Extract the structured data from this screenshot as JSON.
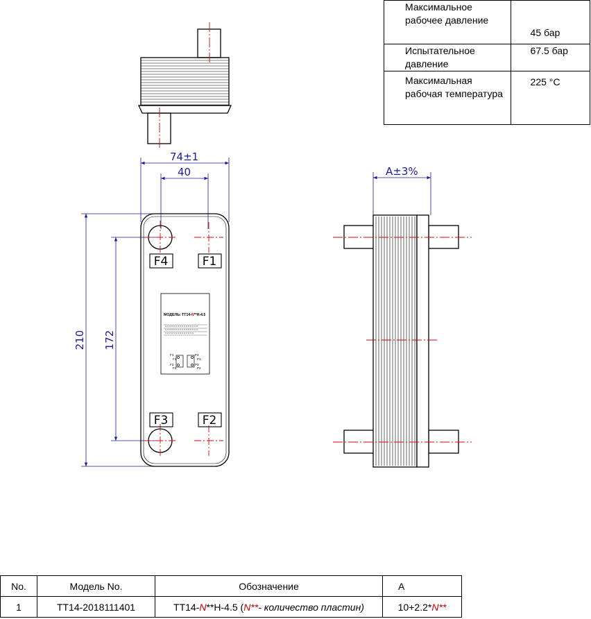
{
  "spec_table": {
    "rows": [
      {
        "label": "Максимальное рабочее давление",
        "value": "45 бар"
      },
      {
        "label": "Испытательное давление",
        "value": "67.5 бар"
      },
      {
        "label": "Максимальная рабочая температура",
        "value": "225 °C"
      }
    ]
  },
  "dimensions": {
    "width": "74±1",
    "port_spacing_h": "40",
    "height": "210",
    "port_spacing_v": "172",
    "pack_thickness": "A±3%"
  },
  "ports": {
    "f1": "F1",
    "f2": "F2",
    "f3": "F3",
    "f4": "F4"
  },
  "nameplate": {
    "model_prefix": "МОДЕЛЬ: ",
    "model_a": "TT14-",
    "model_n": "N",
    "model_b": "**H-4.5",
    "ports": {
      "f1": "F1",
      "f2": "F2",
      "f3": "F3",
      "f4": "F4",
      "p1": "P1",
      "p2": "P2",
      "p3": "P3",
      "p4": "P4"
    }
  },
  "models_table": {
    "headers": {
      "no": "No.",
      "model": "Модель No.",
      "designation": "Обозначение",
      "a": "А"
    },
    "rows": [
      {
        "no": "1",
        "model": "TT14-2018111401",
        "des_a": "TT14-",
        "des_n": "N",
        "des_b": "**H-4.5  (",
        "des_n2": "N**",
        "des_c": "- количество пластин)",
        "a_a": "10+2.2*",
        "a_n": "N**"
      }
    ]
  },
  "colors": {
    "outline": "#000000",
    "dimension": "#1a1aa0",
    "centerline": "#dd0000",
    "accent_text": "#cc0000"
  }
}
